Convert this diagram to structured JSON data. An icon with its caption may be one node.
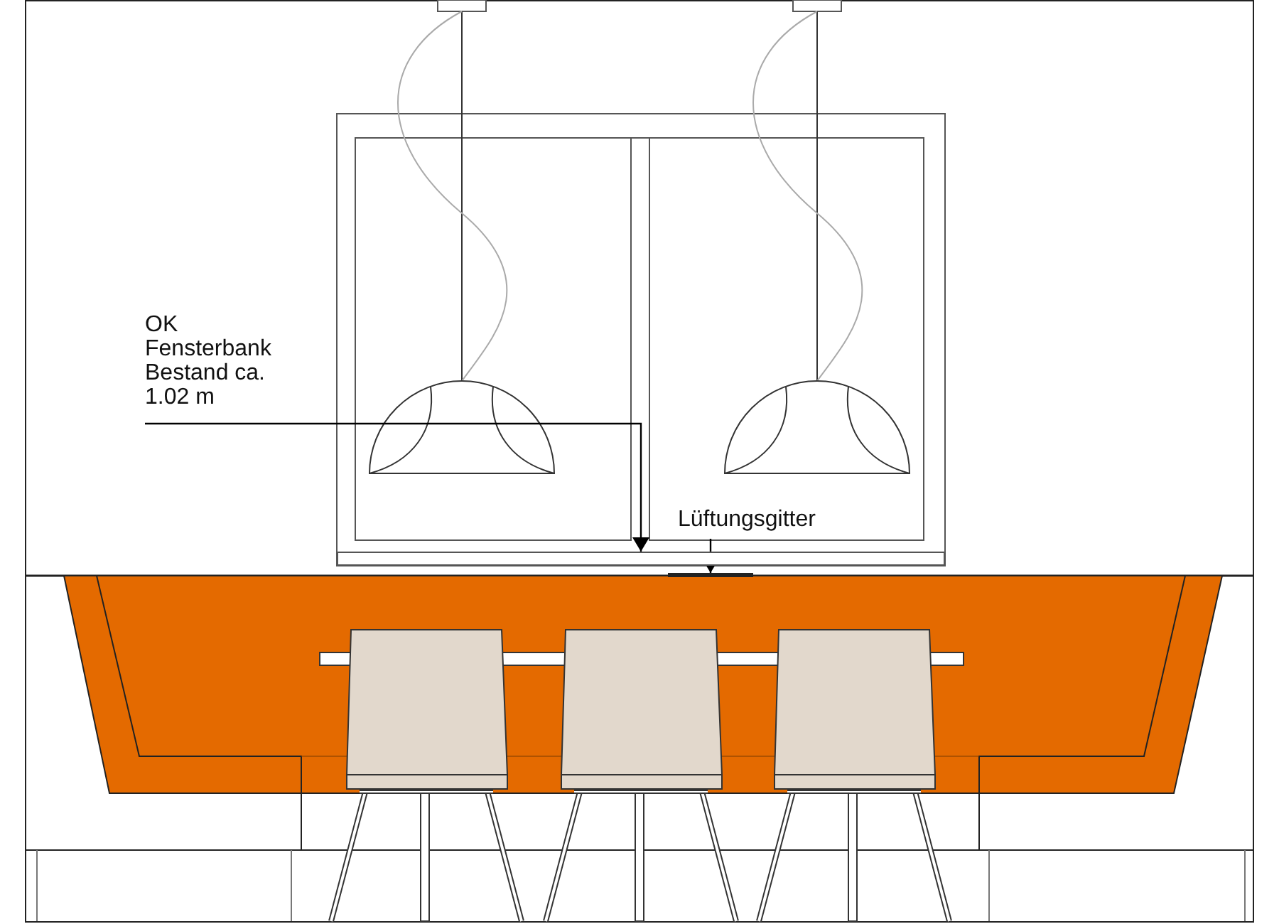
{
  "diagram": {
    "nodes": [
      {
        "text": [
          "OK Fensterbank Bestand ca. 1.02 m"
        ]
      },
      {
        "text": [],
        "shape": "bar"
      },
      {
        "text": [
          "Lüftungsgitter"
        ]
      },
      {
        "text": [],
        "shape": "bar"
      }
    ],
    "edges": [
      {
        "from": 0,
        "to": 1,
        "arrow": "to"
      },
      {
        "from": 2,
        "to": 3,
        "arrow": "to"
      }
    ]
  }
}
